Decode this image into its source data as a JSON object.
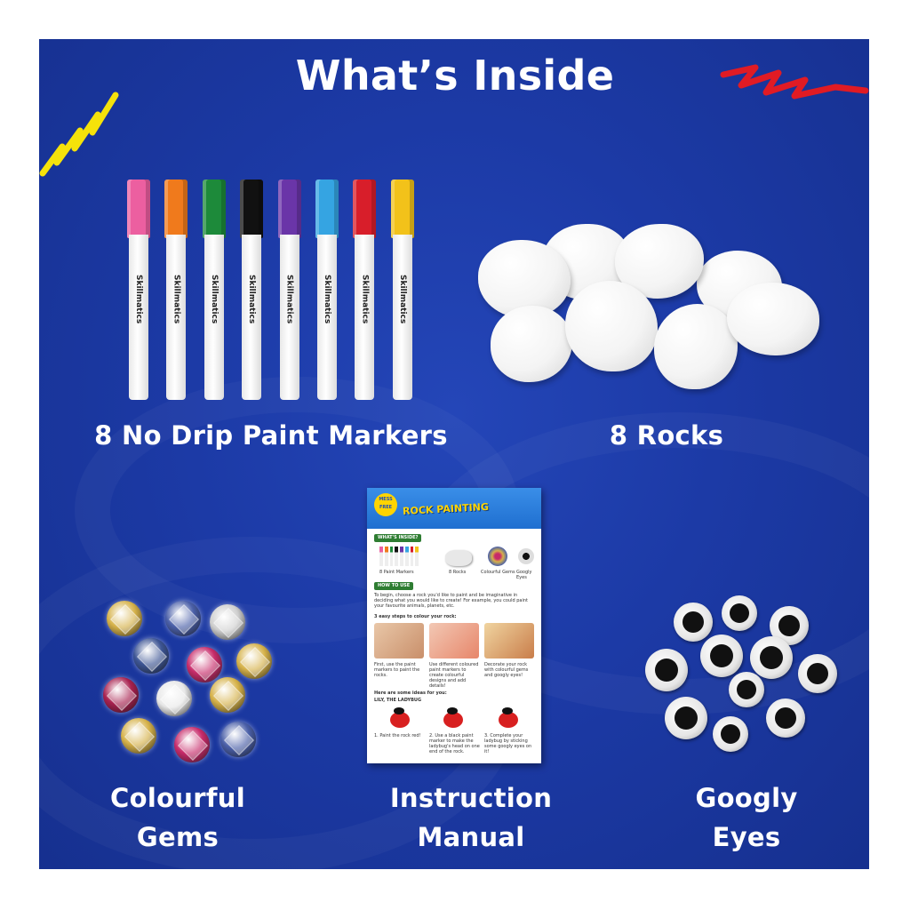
{
  "page": {
    "title": "What’s Inside"
  },
  "items": {
    "markers": {
      "label": "8 No Drip Paint Markers",
      "brand": "Skillmatics",
      "cap_colors": [
        "#ec5fa0",
        "#f07a1c",
        "#1d8a3a",
        "#111111",
        "#6a35a8",
        "#35a4e2",
        "#d81e2a",
        "#f2c21a"
      ]
    },
    "rocks": {
      "label": "8 Rocks"
    },
    "gems": {
      "label_line1": "Colourful",
      "label_line2": "Gems",
      "colors": [
        "#d6b24a",
        "#4a5fa8",
        "#cfcfcf",
        "#3d5594",
        "#c72b6a",
        "#d6b24a",
        "#a8214f",
        "#e8e8e8",
        "#d6b24a",
        "#d6b24a",
        "#c72b6a",
        "#4a5fa8"
      ]
    },
    "manual": {
      "label_line1": "Instruction",
      "label_line2": "Manual",
      "badge": "MESS FREE",
      "title": "ROCK PAINTING",
      "whats_inside": "WHAT'S INSIDE?",
      "inv": [
        "8 Paint Markers",
        "8 Rocks",
        "Colourful Gems",
        "Googly Eyes"
      ],
      "how_to_use": "HOW TO USE",
      "intro": "To begin, choose a rock you'd like to paint and be imaginative in deciding what you would like to create! For example, you could paint your favourite animals, planets, etc.",
      "steps_heading": "3 easy steps to colour your rock:",
      "steps": [
        "First, use the paint markers to paint the rocks.",
        "Use different coloured paint markers to create colourful designs and add details!",
        "Decorate your rock with colourful gems and googly eyes!"
      ],
      "ideas_heading": "Here are some ideas for you:",
      "idea": "LILY, THE LADYBUG",
      "idea_steps": [
        "1. Paint the rock red!",
        "2. Use a black paint marker to make the ladybug's head on one end of the rock.",
        "3. Complete your ladybug by sticking some googly eyes on it!"
      ]
    },
    "eyes": {
      "label_line1": "Googly",
      "label_line2": "Eyes"
    }
  },
  "colors": {
    "background": "#1c3aa6",
    "text": "#ffffff",
    "scribble_yellow": "#f5e20a",
    "scribble_red": "#e01b24"
  }
}
